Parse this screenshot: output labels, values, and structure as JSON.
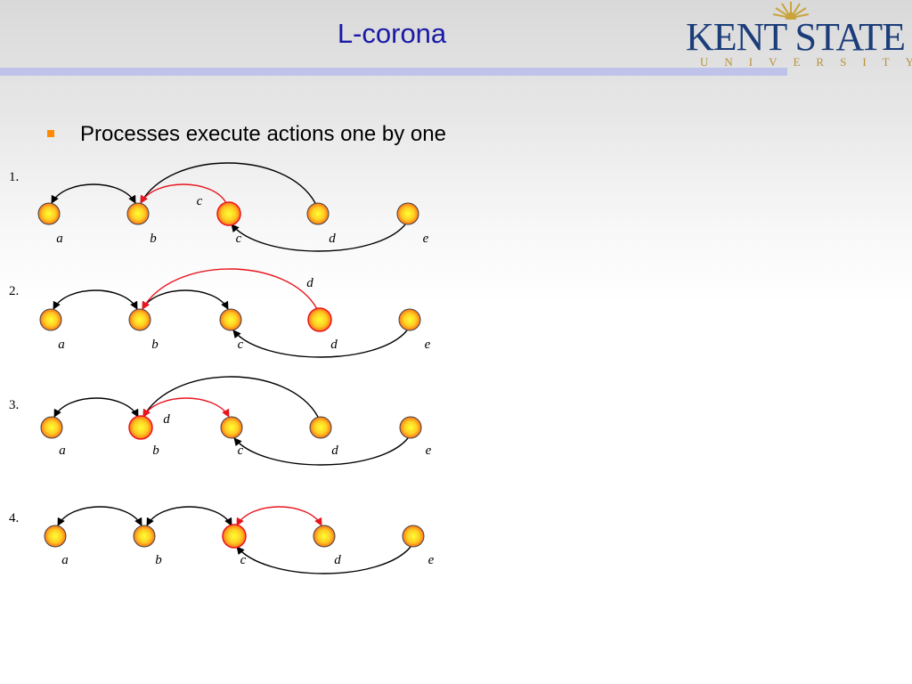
{
  "slide": {
    "title": "L-corona",
    "bullet": "Processes execute actions one by one"
  },
  "logo": {
    "name": "KENT STATE",
    "subtitle": "UNIVERSITY"
  },
  "colors": {
    "title": "#1a1aa6",
    "bullet": "#ff8a00",
    "active_arrow": "#e8141e",
    "node_center": "#ffff33",
    "node_edge": "#ff5a14"
  },
  "rows": [
    {
      "label": "1.",
      "nodes": [
        "a",
        "b",
        "c",
        "d",
        "e"
      ],
      "active": "c",
      "note": "c",
      "arcs": [
        {
          "from": "b",
          "to": "a",
          "pos": "above",
          "heads": "both",
          "color": "black"
        },
        {
          "from": "d",
          "to": "b",
          "pos": "above",
          "heads": "end",
          "color": "black"
        },
        {
          "from": "c",
          "to": "b",
          "pos": "above",
          "heads": "end",
          "color": "red"
        },
        {
          "from": "e",
          "to": "c",
          "pos": "below",
          "heads": "end",
          "color": "black"
        }
      ]
    },
    {
      "label": "2.",
      "nodes": [
        "a",
        "b",
        "c",
        "d",
        "e"
      ],
      "active": "d",
      "note": "d",
      "arcs": [
        {
          "from": "b",
          "to": "a",
          "pos": "above",
          "heads": "both",
          "color": "black"
        },
        {
          "from": "b",
          "to": "c",
          "pos": "above",
          "heads": "both",
          "color": "black"
        },
        {
          "from": "d",
          "to": "b",
          "pos": "above",
          "heads": "end",
          "color": "red"
        },
        {
          "from": "e",
          "to": "c",
          "pos": "below",
          "heads": "end",
          "color": "black"
        }
      ]
    },
    {
      "label": "3.",
      "nodes": [
        "a",
        "b",
        "c",
        "d",
        "e"
      ],
      "active": "b",
      "note": "d",
      "arcs": [
        {
          "from": "b",
          "to": "a",
          "pos": "above",
          "heads": "both",
          "color": "black"
        },
        {
          "from": "d",
          "to": "b",
          "pos": "above",
          "heads": "end",
          "color": "black"
        },
        {
          "from": "b",
          "to": "c",
          "pos": "above",
          "heads": "both",
          "color": "red"
        },
        {
          "from": "e",
          "to": "c",
          "pos": "below",
          "heads": "end",
          "color": "black"
        }
      ]
    },
    {
      "label": "4.",
      "nodes": [
        "a",
        "b",
        "c",
        "d",
        "e"
      ],
      "active": "c",
      "note": "",
      "arcs": [
        {
          "from": "a",
          "to": "b",
          "pos": "above",
          "heads": "both",
          "color": "black"
        },
        {
          "from": "b",
          "to": "c",
          "pos": "above",
          "heads": "both",
          "color": "black"
        },
        {
          "from": "c",
          "to": "d",
          "pos": "above",
          "heads": "both",
          "color": "red"
        },
        {
          "from": "e",
          "to": "c",
          "pos": "below",
          "heads": "end",
          "color": "black"
        }
      ]
    }
  ]
}
